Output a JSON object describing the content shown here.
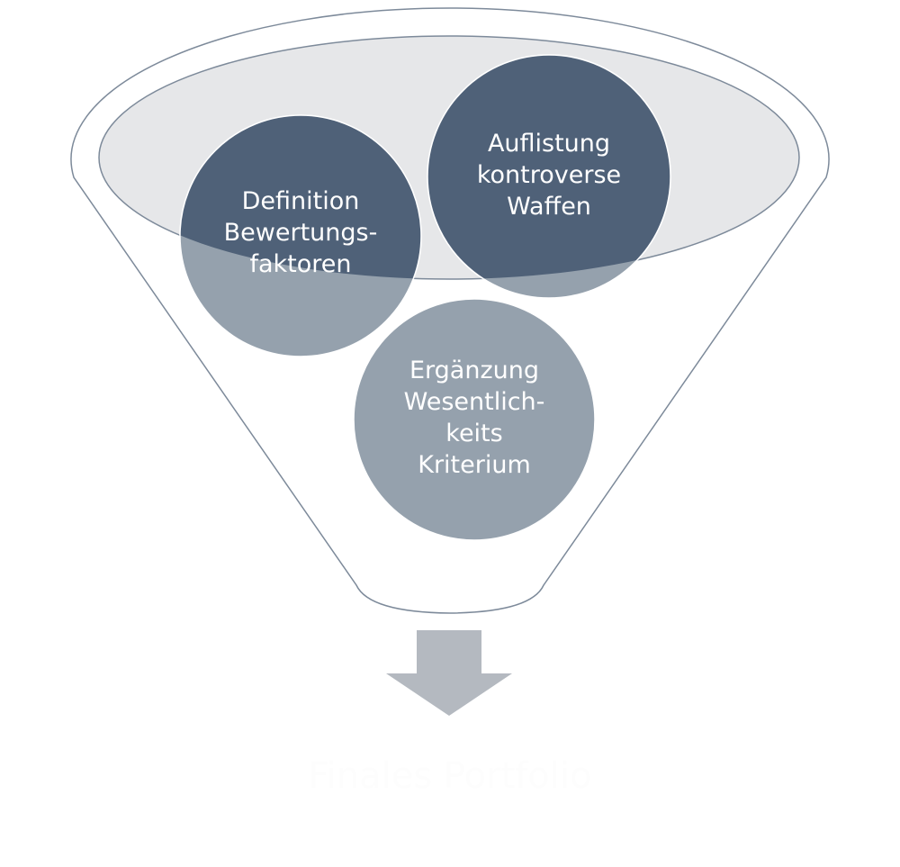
{
  "diagram": {
    "type": "funnel",
    "colors": {
      "funnel_stroke": "#7d8a9a",
      "funnel_opening_fill": "#e6e7e9",
      "circle_fill": "#95a1ad",
      "circle_overlap_fill": "#4f6178",
      "arrow_fill": "#b4b9c0",
      "text": "#ffffff"
    },
    "circles": [
      {
        "id": "definition",
        "lines": [
          "Definition",
          "Bewertungs-",
          "faktoren"
        ]
      },
      {
        "id": "auflistung",
        "lines": [
          "Auflistung",
          "kontroverse",
          "Waffen"
        ]
      },
      {
        "id": "ergaenzung",
        "lines": [
          "Ergänzung",
          "Wesentlich-",
          "keits",
          "Kriterium"
        ]
      }
    ],
    "arrow_icon": "arrow-down-icon",
    "result": {
      "label": "Finales Portfolio"
    }
  }
}
